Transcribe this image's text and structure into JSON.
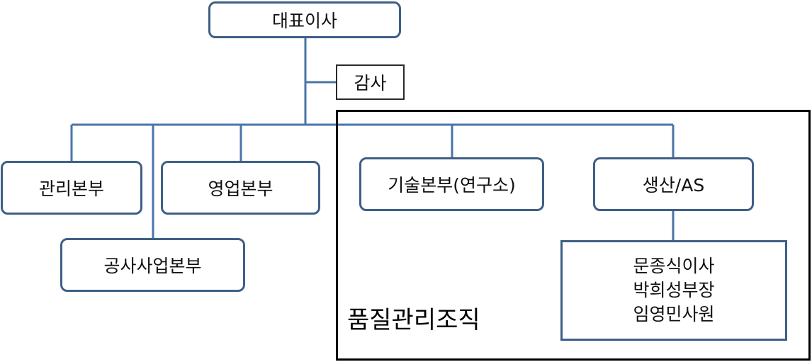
{
  "org": {
    "ceo": "대표이사",
    "auditor": "감사",
    "departments": {
      "management": "관리본부",
      "sales": "영업본부",
      "construction": "공사사업본부",
      "tech": "기술본부(연구소)",
      "production": "생산/AS"
    },
    "quality_group_label": "품질관리조직",
    "quality_staff": [
      "문종식이사",
      "박희성부장",
      "임영민사원"
    ]
  },
  "colors": {
    "connector": "#4a74a8",
    "box_border": "#3f5f86",
    "group_border": "#000000"
  }
}
